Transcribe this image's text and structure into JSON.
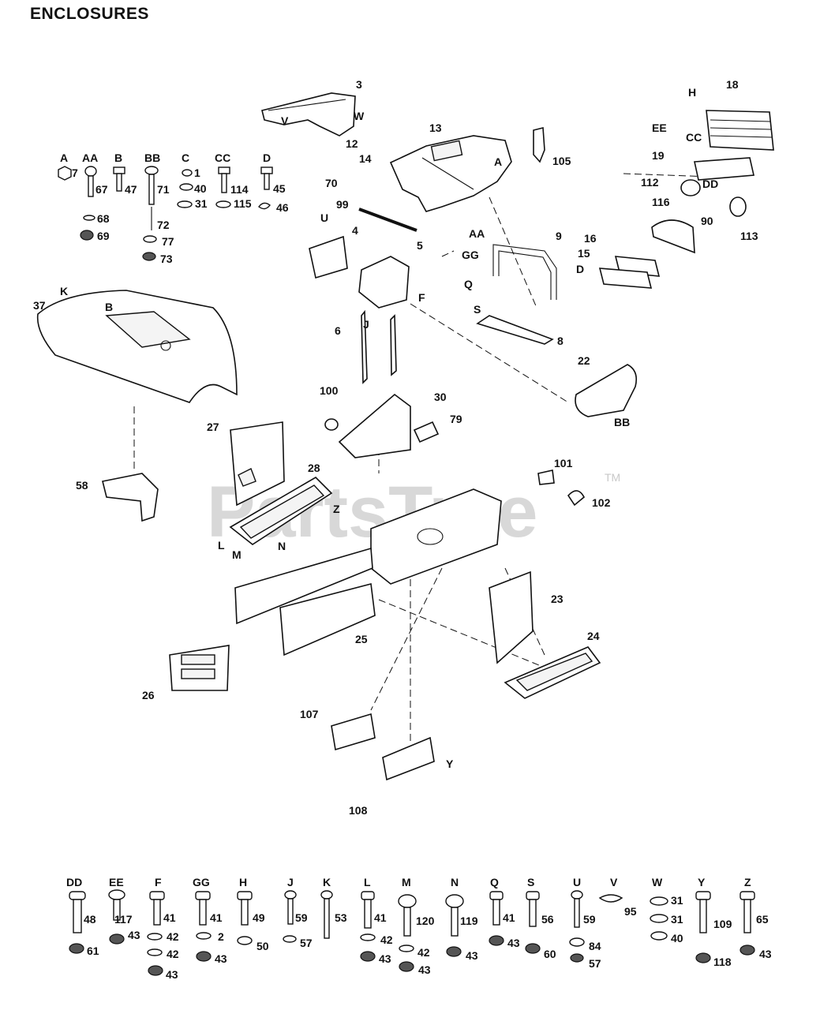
{
  "title": "ENCLOSURES",
  "watermark": {
    "text": "PartsTree",
    "mark": "TM"
  },
  "hardware_top": [
    {
      "letter": "A",
      "parts": [
        "7"
      ]
    },
    {
      "letter": "AA",
      "parts": [
        "67",
        "68",
        "69"
      ]
    },
    {
      "letter": "B",
      "parts": [
        "47"
      ]
    },
    {
      "letter": "BB",
      "parts": [
        "71",
        "72",
        "77",
        "73"
      ]
    },
    {
      "letter": "C",
      "parts": [
        "1",
        "40",
        "31"
      ]
    },
    {
      "letter": "CC",
      "parts": [
        "114",
        "115"
      ]
    },
    {
      "letter": "D",
      "parts": [
        "45",
        "46"
      ]
    }
  ],
  "hardware_bottom": [
    {
      "letter": "DD",
      "parts": [
        "48",
        "61"
      ]
    },
    {
      "letter": "EE",
      "parts": [
        "117",
        "43"
      ]
    },
    {
      "letter": "F",
      "parts": [
        "41",
        "42",
        "42",
        "43"
      ]
    },
    {
      "letter": "GG",
      "parts": [
        "41",
        "2",
        "43"
      ]
    },
    {
      "letter": "H",
      "parts": [
        "49",
        "50"
      ]
    },
    {
      "letter": "J",
      "parts": [
        "59",
        "57"
      ]
    },
    {
      "letter": "K",
      "parts": [
        "53"
      ]
    },
    {
      "letter": "L",
      "parts": [
        "41",
        "42",
        "43"
      ]
    },
    {
      "letter": "M",
      "parts": [
        "120",
        "42",
        "43"
      ]
    },
    {
      "letter": "N",
      "parts": [
        "119",
        "43"
      ]
    },
    {
      "letter": "Q",
      "parts": [
        "41",
        "43"
      ]
    },
    {
      "letter": "S",
      "parts": [
        "56",
        "60"
      ]
    },
    {
      "letter": "U",
      "parts": [
        "59",
        "84",
        "57"
      ]
    },
    {
      "letter": "V",
      "parts": [
        "95"
      ]
    },
    {
      "letter": "W",
      "parts": [
        "31",
        "31",
        "40"
      ]
    },
    {
      "letter": "Y",
      "parts": [
        "109",
        "118"
      ]
    },
    {
      "letter": "Z",
      "parts": [
        "65",
        "43"
      ]
    }
  ],
  "callouts": [
    "3",
    "V",
    "W",
    "12",
    "13",
    "14",
    "105",
    "18",
    "H",
    "EE",
    "CC",
    "19",
    "112",
    "116",
    "113",
    "DD",
    "70",
    "99",
    "AA",
    "4",
    "U",
    "5",
    "9",
    "GG",
    "Q",
    "16",
    "15",
    "D",
    "90",
    "37",
    "K",
    "B",
    "6",
    "J",
    "F",
    "S",
    "8",
    "22",
    "BB",
    "100",
    "30",
    "79",
    "27",
    "28",
    "Z",
    "L",
    "M",
    "N",
    "58",
    "101",
    "102",
    "23",
    "24",
    "25",
    "26",
    "107",
    "Y",
    "108",
    "A"
  ]
}
